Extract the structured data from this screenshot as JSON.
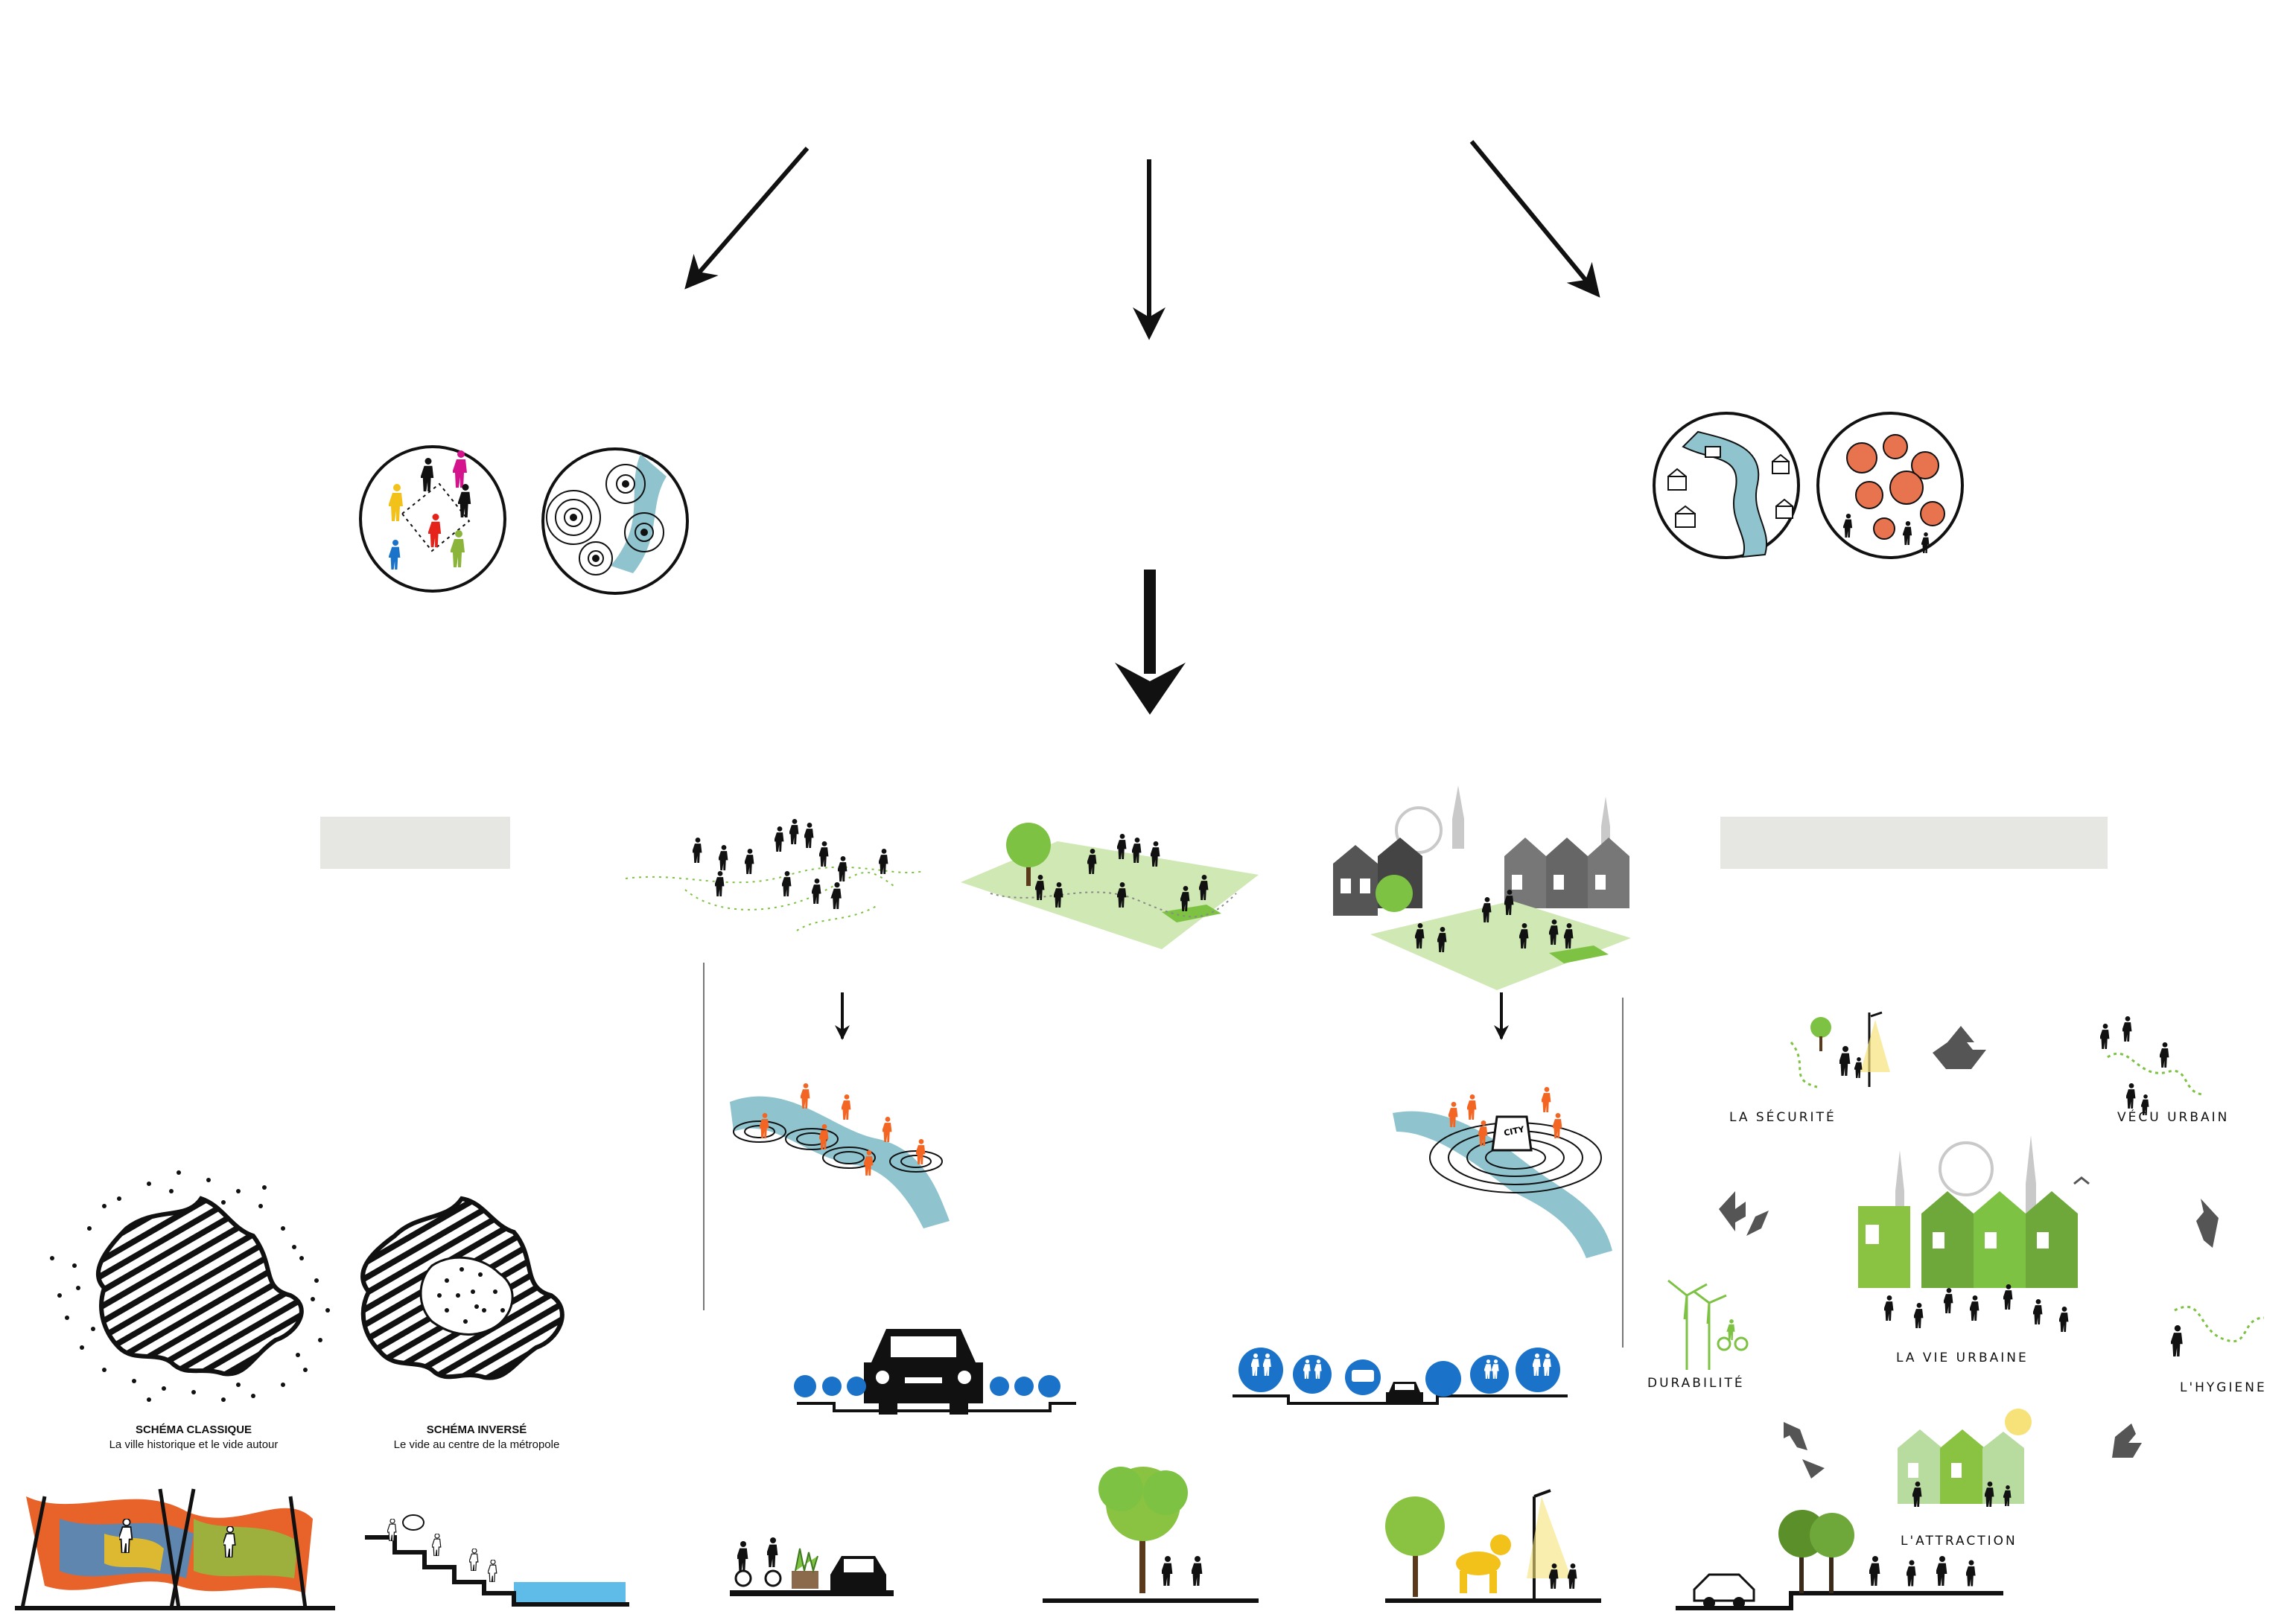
{
  "labels": {
    "securite": "LA SÉCURITÉ",
    "vecu_urbain": "VÉCU URBAIN",
    "durabilite": "DURABILITÉ",
    "vie_urbaine": "LA VIE URBAINE",
    "hygiene": "L'HYGIENE",
    "attraction": "L'ATTRACTION"
  },
  "schemas": [
    {
      "title": "SCHÉMA CLASSIQUE",
      "subtitle": "La ville historique et le vide autour"
    },
    {
      "title": "SCHÉMA INVERSÉ",
      "subtitle": "Le vide au centre de la métropole"
    }
  ],
  "sign_text": "CITY",
  "colors": {
    "ink": "#111111",
    "panel_gray": "#e6e6e2",
    "park_green": "#cfe8b4",
    "bright_green": "#7dc242",
    "river_blue": "#8fc4cf",
    "person_orange": "#f26522",
    "sign_blue": "#1a73c9",
    "balloon_yellow": "#f2c21b"
  }
}
